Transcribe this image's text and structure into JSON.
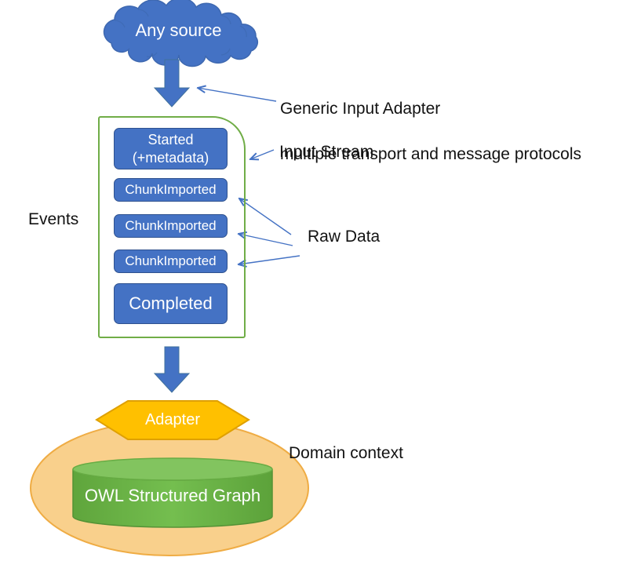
{
  "cloud": {
    "label": "Any source"
  },
  "input_stage": {
    "adapter_note_line1": "Generic Input Adapter",
    "adapter_note_line2": "multiple transport and message protocols"
  },
  "stream": {
    "label": "Input Stream",
    "events_label": "Events",
    "raw_data_label": "Raw Data",
    "boxes": [
      {
        "label": "Started\n(+metadata)"
      },
      {
        "label": "ChunkImported"
      },
      {
        "label": "ChunkImported"
      },
      {
        "label": "ChunkImported"
      },
      {
        "label": "Completed"
      }
    ]
  },
  "domain": {
    "label": "Domain context",
    "adapter_label": "Adapter",
    "graph_label": "OWL Structured Graph"
  },
  "colors": {
    "primary_blue": "#4472C4",
    "blue_border": "#2F528F",
    "stream_border_green": "#70AD47",
    "adapter_gold": "#FFC000",
    "domain_peach": "#F9D08C",
    "graph_green": "#66AE41"
  }
}
